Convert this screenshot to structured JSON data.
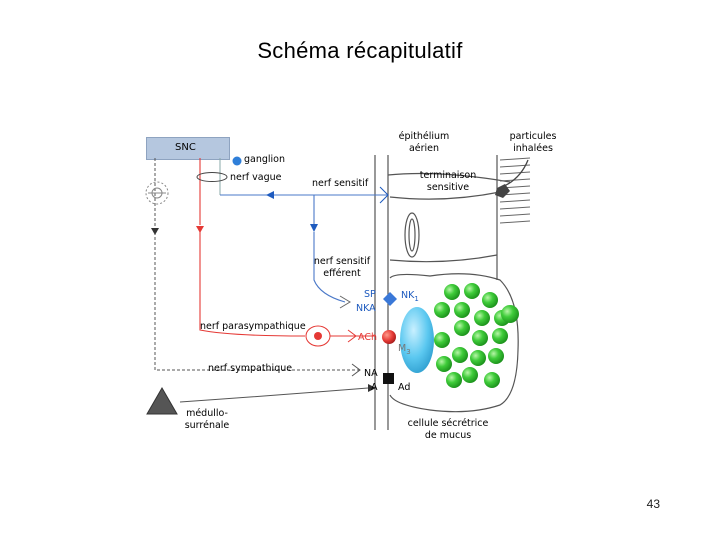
{
  "title": "Schéma récapitulatif",
  "page_number": "43",
  "labels": {
    "snc": "SNC",
    "ganglion": "ganglion",
    "nerf_vague": "nerf vague",
    "nerf_sensitif": "nerf sensitif",
    "epithelium": [
      "épithélium",
      "aérien"
    ],
    "particules": [
      "particules",
      "inhalées"
    ],
    "terminaison": [
      "terminaison",
      "sensitive"
    ],
    "nerf_sensitif_efferent": [
      "nerf sensitif",
      "efférent"
    ],
    "sp": "SP",
    "nka_1": "NKA",
    "nk1": "NK",
    "nk1_sub": "1",
    "nerf_parasympathique": "nerf parasympathique",
    "ach": "ACh",
    "m3": "M",
    "m3_sub": "3",
    "nerf_sympathique": "nerf sympathique",
    "na": "NA",
    "a": "A",
    "ad": "Ad",
    "medullo": [
      "médullo-",
      "surrénale"
    ],
    "cellule": [
      "cellule sécrétrice",
      "de mucus"
    ]
  },
  "colors": {
    "red": "#e53935",
    "blue": "#1e5bbf",
    "gray_line": "#6b6b6b",
    "granule_green": "#3fcc3a",
    "nucleus_cyan": "#5bc8f0",
    "snc_box": "#b5c7df"
  }
}
